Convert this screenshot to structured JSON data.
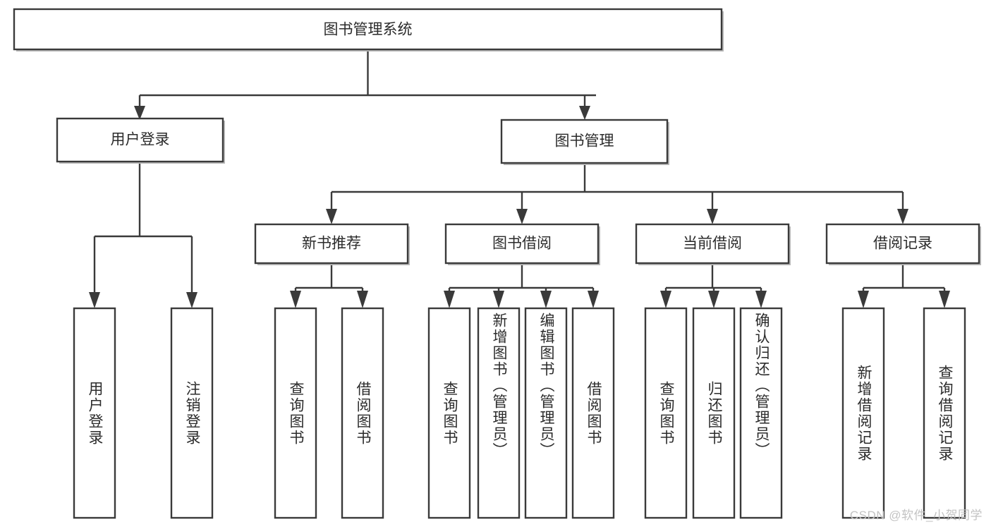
{
  "diagram": {
    "type": "tree-hierarchy-chart",
    "title": "图书管理系统",
    "root": {
      "id": "root",
      "label": "图书管理系统",
      "orientation": "horizontal"
    },
    "level2": [
      {
        "id": "user-login",
        "label": "用户登录",
        "orientation": "horizontal"
      },
      {
        "id": "book-manage",
        "label": "图书管理",
        "orientation": "horizontal"
      }
    ],
    "level3": [
      {
        "id": "new-book-recommend",
        "label": "新书推荐",
        "orientation": "horizontal",
        "parent": "book-manage"
      },
      {
        "id": "book-borrow",
        "label": "图书借阅",
        "orientation": "horizontal",
        "parent": "book-manage"
      },
      {
        "id": "current-borrow",
        "label": "当前借阅",
        "orientation": "horizontal",
        "parent": "book-manage"
      },
      {
        "id": "borrow-record",
        "label": "借阅记录",
        "orientation": "horizontal",
        "parent": "book-manage"
      }
    ],
    "leaves": [
      {
        "id": "leaf-user-login",
        "label": "用户登录",
        "orientation": "vertical",
        "parent": "user-login"
      },
      {
        "id": "leaf-user-logout",
        "label": "注销登录",
        "orientation": "vertical",
        "parent": "user-login"
      },
      {
        "id": "leaf-query-book-1",
        "label": "查询图书",
        "orientation": "vertical",
        "parent": "new-book-recommend"
      },
      {
        "id": "leaf-borrow-book-1",
        "label": "借阅图书",
        "orientation": "vertical",
        "parent": "new-book-recommend"
      },
      {
        "id": "leaf-query-book-2",
        "label": "查询图书",
        "orientation": "vertical",
        "parent": "book-borrow"
      },
      {
        "id": "leaf-add-book",
        "label": "新增图书（管理员）",
        "orientation": "vertical",
        "parent": "book-borrow"
      },
      {
        "id": "leaf-edit-book",
        "label": "编辑图书（管理员）",
        "orientation": "vertical",
        "parent": "book-borrow"
      },
      {
        "id": "leaf-borrow-book-2",
        "label": "借阅图书",
        "orientation": "vertical",
        "parent": "book-borrow"
      },
      {
        "id": "leaf-query-book-3",
        "label": "查询图书",
        "orientation": "vertical",
        "parent": "current-borrow"
      },
      {
        "id": "leaf-return-book",
        "label": "归还图书",
        "orientation": "vertical",
        "parent": "current-borrow"
      },
      {
        "id": "leaf-confirm-return",
        "label": "确认归还（管理员）",
        "orientation": "vertical",
        "parent": "current-borrow"
      },
      {
        "id": "leaf-add-record",
        "label": "新增借阅记录",
        "orientation": "vertical",
        "parent": "borrow-record"
      },
      {
        "id": "leaf-query-record",
        "label": "查询借阅记录",
        "orientation": "vertical",
        "parent": "borrow-record"
      }
    ],
    "colors": {
      "box_stroke": "#3a3a3a",
      "box_fill": "#ffffff",
      "connector": "#3a3a3a",
      "text": "#2b2b2b",
      "watermark": "#c3c3c3",
      "background": "#ffffff"
    }
  },
  "watermark": {
    "text": "CSDN @软件_小贺同学"
  }
}
